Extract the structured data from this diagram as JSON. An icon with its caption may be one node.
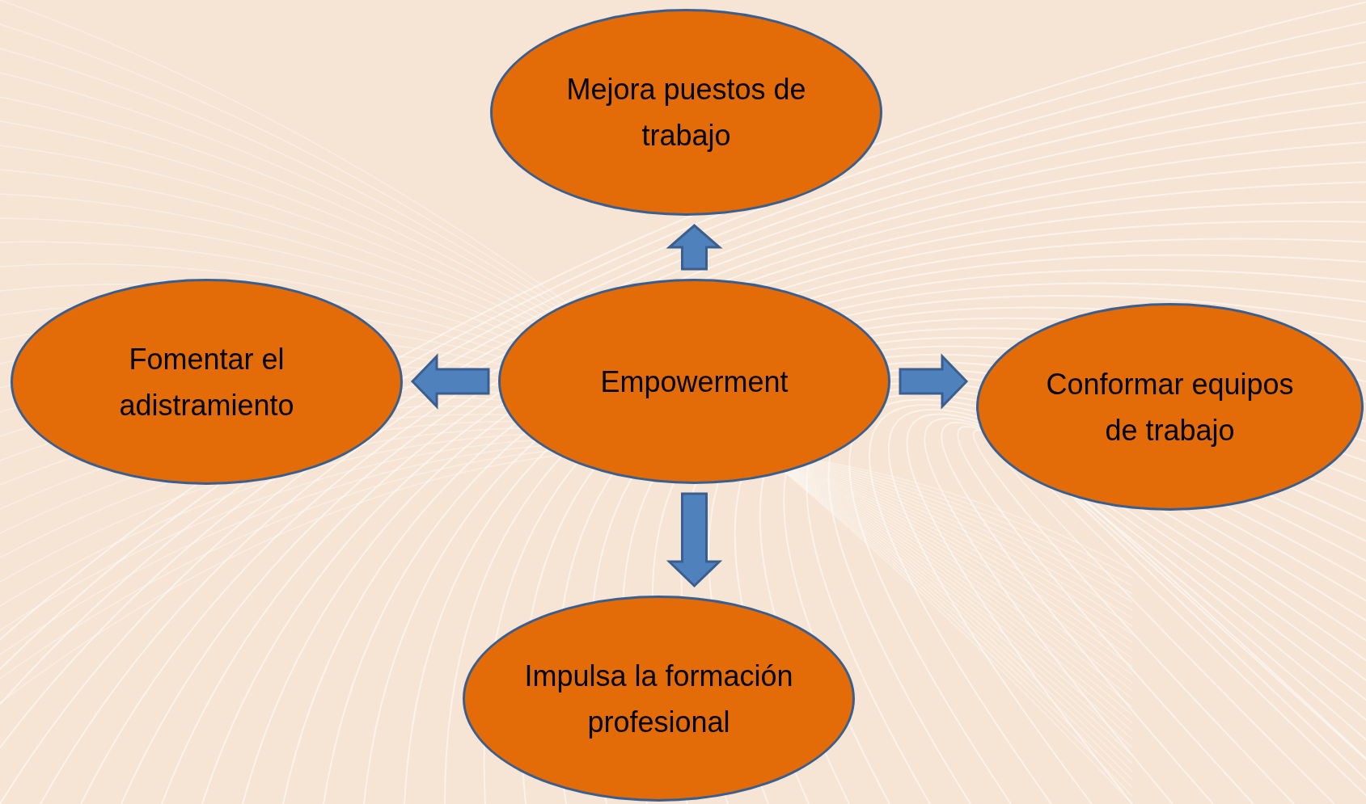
{
  "diagram": {
    "nodes": [
      {
        "text": [
          "Mejora puestos de trabajo"
        ]
      },
      {
        "text": [
          "Fomentar el adistramiento"
        ]
      },
      {
        "text": [
          "Empowerment"
        ]
      },
      {
        "text": [
          "Conformar equipos de trabajo"
        ]
      },
      {
        "text": [
          "Impulsa la formación profesional"
        ]
      }
    ],
    "edges": [
      {
        "from": 2,
        "to": 0,
        "arrow": "to"
      },
      {
        "from": 2,
        "to": 1,
        "arrow": "to"
      },
      {
        "from": 2,
        "to": 3,
        "arrow": "to"
      },
      {
        "from": 2,
        "to": 4,
        "arrow": "to"
      }
    ]
  }
}
